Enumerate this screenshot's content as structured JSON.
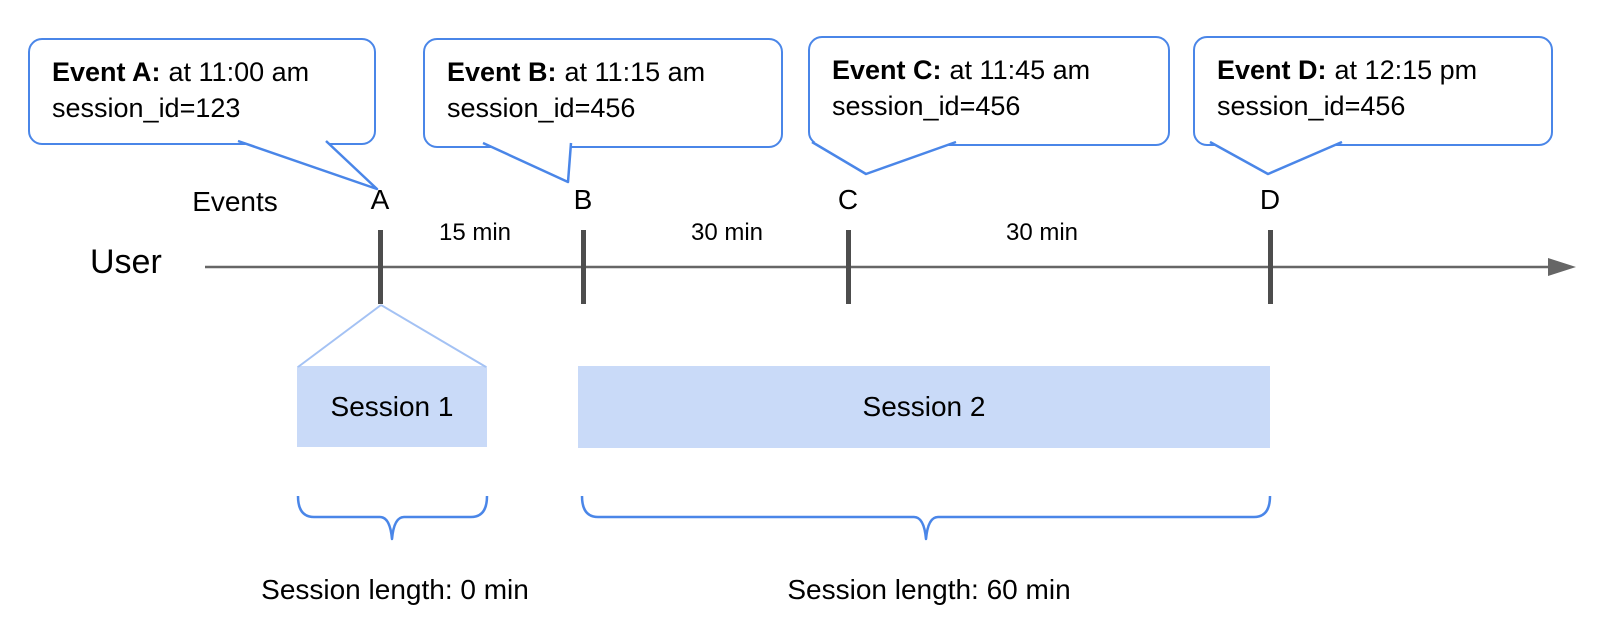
{
  "callouts": [
    {
      "marker": "A",
      "title": "Event A:",
      "time": "at 11:00 am",
      "session": "session_id=123"
    },
    {
      "marker": "B",
      "title": "Event B:",
      "time": "at 11:15 am",
      "session": "session_id=456"
    },
    {
      "marker": "C",
      "title": "Event C:",
      "time": "at 11:45 am",
      "session": "session_id=456"
    },
    {
      "marker": "D",
      "title": "Event D:",
      "time": "at 12:15 pm",
      "session": "session_id=456"
    }
  ],
  "timeline": {
    "events_label": "Events",
    "user_label": "User",
    "markers": [
      "A",
      "B",
      "C",
      "D"
    ],
    "intervals": [
      "15 min",
      "30 min",
      "30 min"
    ]
  },
  "sessions": [
    {
      "label": "Session 1",
      "length": "Session length: 0 min"
    },
    {
      "label": "Session 2",
      "length": "Session length: 60 min"
    }
  ],
  "colors": {
    "callout_border": "#4a86e8",
    "brace": "#4a86e8",
    "funnel_line": "#a4c2f4",
    "session_fill": "#c9daf8",
    "axis": "#666666",
    "tick": "#4d4d4d",
    "text": "#000000"
  }
}
